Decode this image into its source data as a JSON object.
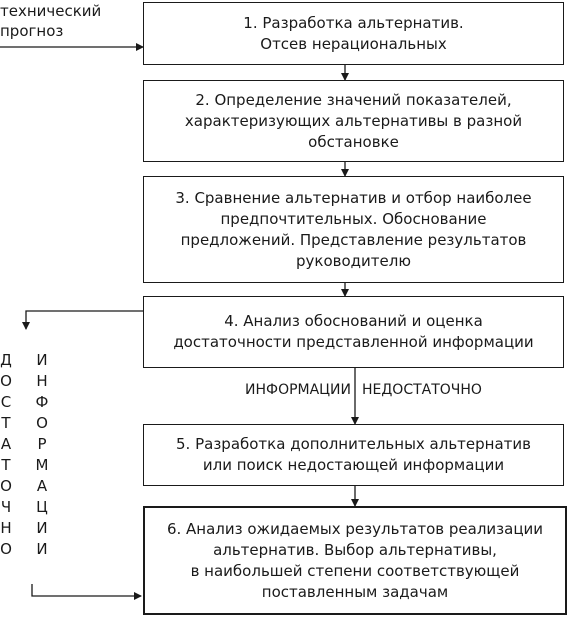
{
  "input_label": {
    "line1": "технический",
    "line2": "прогноз"
  },
  "steps": [
    {
      "lines": [
        "1. Разработка альтернатив.",
        "Отсев нерациональных"
      ]
    },
    {
      "lines": [
        "2. Определение значений показателей,",
        "характеризующих альтернативы в разной",
        "обстановке"
      ]
    },
    {
      "lines": [
        "3. Сравнение альтернатив и отбор наиболее",
        "предпочтительных. Обоснование",
        "предложений. Представление результатов",
        "руководителю"
      ]
    },
    {
      "lines": [
        "4. Анализ обоснований и оценка",
        "достаточности представленной информации"
      ]
    },
    {
      "lines": [
        "5. Разработка дополнительных альтернатив",
        "или поиск недостающей информации"
      ]
    },
    {
      "lines": [
        "6. Анализ ожидаемых результатов реализации",
        "альтернатив. Выбор альтернативы,",
        "в наибольшей степени соответствующей",
        "поставленным задачам"
      ]
    }
  ],
  "branch_labels": {
    "left": "ИНФОРМАЦИИ",
    "right": "НЕДОСТАТОЧНО"
  },
  "vertical_labels": {
    "col1": [
      "Д",
      "О",
      "С",
      "Т",
      "А",
      "Т",
      "О",
      "Ч",
      "Н",
      "О"
    ],
    "col2": [
      "И",
      "Н",
      "Ф",
      "О",
      "Р",
      "М",
      "А",
      "Ц",
      "И",
      "И"
    ]
  }
}
